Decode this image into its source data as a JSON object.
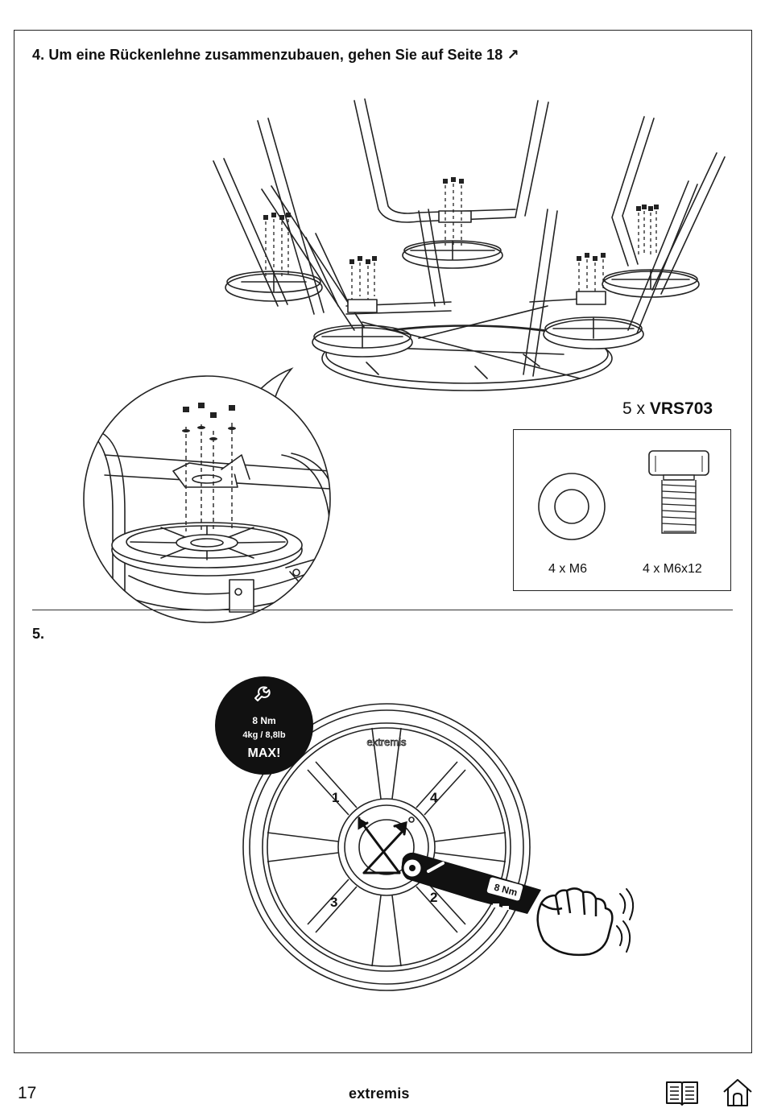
{
  "step4": {
    "title": "4. Um eine Rückenlehne zusammenzubauen, gehen Sie auf Seite 18 ↗"
  },
  "kit": {
    "count": "5 x",
    "code": "VRS703",
    "parts": [
      {
        "label": "4 x M6",
        "icon": "washer-icon"
      },
      {
        "label": "4 x M6x12",
        "icon": "bolt-icon"
      }
    ]
  },
  "step5": {
    "title": "5.",
    "hub_brand": "extremis",
    "sequence": [
      "1",
      "4",
      "3",
      "2"
    ],
    "torque_badge": {
      "icon": "wrench-icon",
      "line1": "8 Nm",
      "line2": "4kg / 8,8lb",
      "line3": "MAX!"
    },
    "wrench_display": "8 Nm"
  },
  "footer": {
    "page_number": "17",
    "brand": "extremis",
    "icons": [
      "book-icon",
      "home-icon"
    ]
  }
}
